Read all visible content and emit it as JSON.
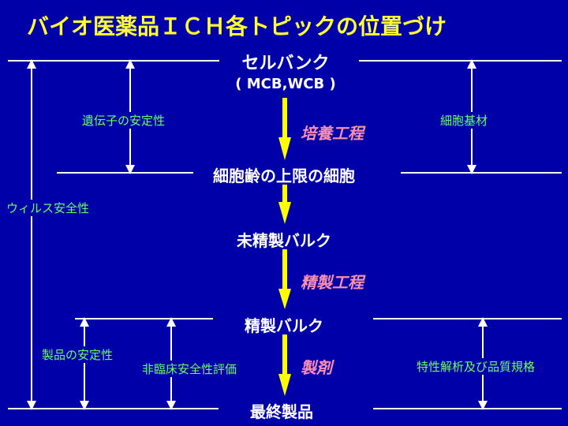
{
  "title": "バイオ医薬品ＩＣＨ各トピックの位置づけ",
  "stages": {
    "cell_bank": "セルバンク",
    "cell_bank_sub": "( MCB,WCB )",
    "limit_cells": "細胞齢の上限の細胞",
    "crude_bulk": "未精製バルク",
    "purified_bulk": "精製バルク",
    "final_product": "最終製品"
  },
  "processes": {
    "culture": "培養工程",
    "purification": "精製工程",
    "formulation": "製剤"
  },
  "topics": {
    "genetic_stability": "遺伝子の安定性",
    "cell_substrate": "細胞基材",
    "viral_safety": "ウィルス安全性",
    "product_stability": "製品の安定性",
    "nonclinical_safety": "非臨床安全性評価",
    "specifications": "特性解析及び品質規格"
  },
  "colors": {
    "background": "#0000a8",
    "title": "#ffff33",
    "stage_text": "#ffffff",
    "process_text": "#ff8fb0",
    "topic_text": "#66ff66",
    "flow_arrow": "#ffff00",
    "lines": "#ffffff"
  }
}
